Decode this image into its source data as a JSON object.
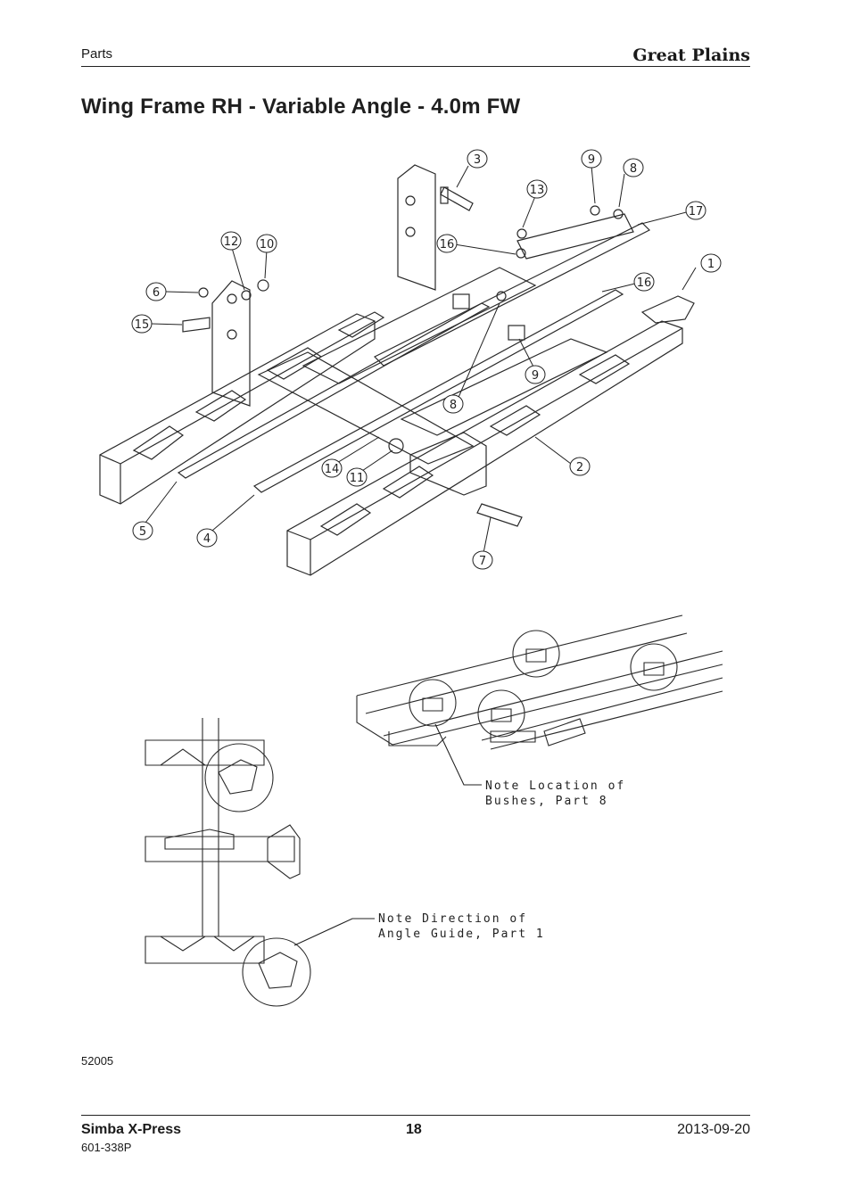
{
  "header": {
    "section": "Parts",
    "brand": "Great Plains"
  },
  "title": "Wing Frame RH - Variable Angle - 4.0m FW",
  "callouts": [
    {
      "num": "1"
    },
    {
      "num": "2"
    },
    {
      "num": "3"
    },
    {
      "num": "4"
    },
    {
      "num": "5"
    },
    {
      "num": "6"
    },
    {
      "num": "7"
    },
    {
      "num": "8"
    },
    {
      "num": "8"
    },
    {
      "num": "9"
    },
    {
      "num": "9"
    },
    {
      "num": "10"
    },
    {
      "num": "11"
    },
    {
      "num": "12"
    },
    {
      "num": "13"
    },
    {
      "num": "14"
    },
    {
      "num": "15"
    },
    {
      "num": "16"
    },
    {
      "num": "16"
    },
    {
      "num": "17"
    }
  ],
  "notes": {
    "bushes": [
      "Note Location of",
      "Bushes, Part 8"
    ],
    "angle_guide": [
      "Note Direction of",
      "Angle Guide, Part 1"
    ]
  },
  "figure_id": "52005",
  "footer": {
    "product": "Simba X-Press",
    "page": "18",
    "date": "2013-09-20",
    "part_number": "601-338P"
  }
}
